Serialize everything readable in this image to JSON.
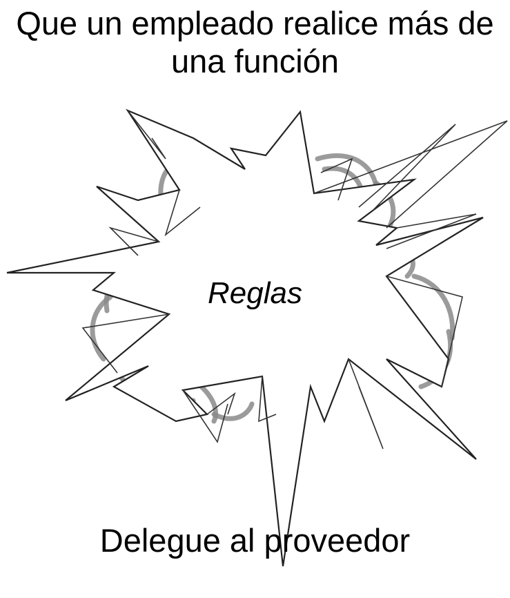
{
  "diagram": {
    "top_label": "Que un empleado realice más de una función",
    "center_label": "Reglas",
    "bottom_label": "Delegue al proveedor"
  },
  "colors": {
    "ink": "#000000",
    "sketch_grey": "#8a8a8a",
    "background": "#ffffff"
  }
}
